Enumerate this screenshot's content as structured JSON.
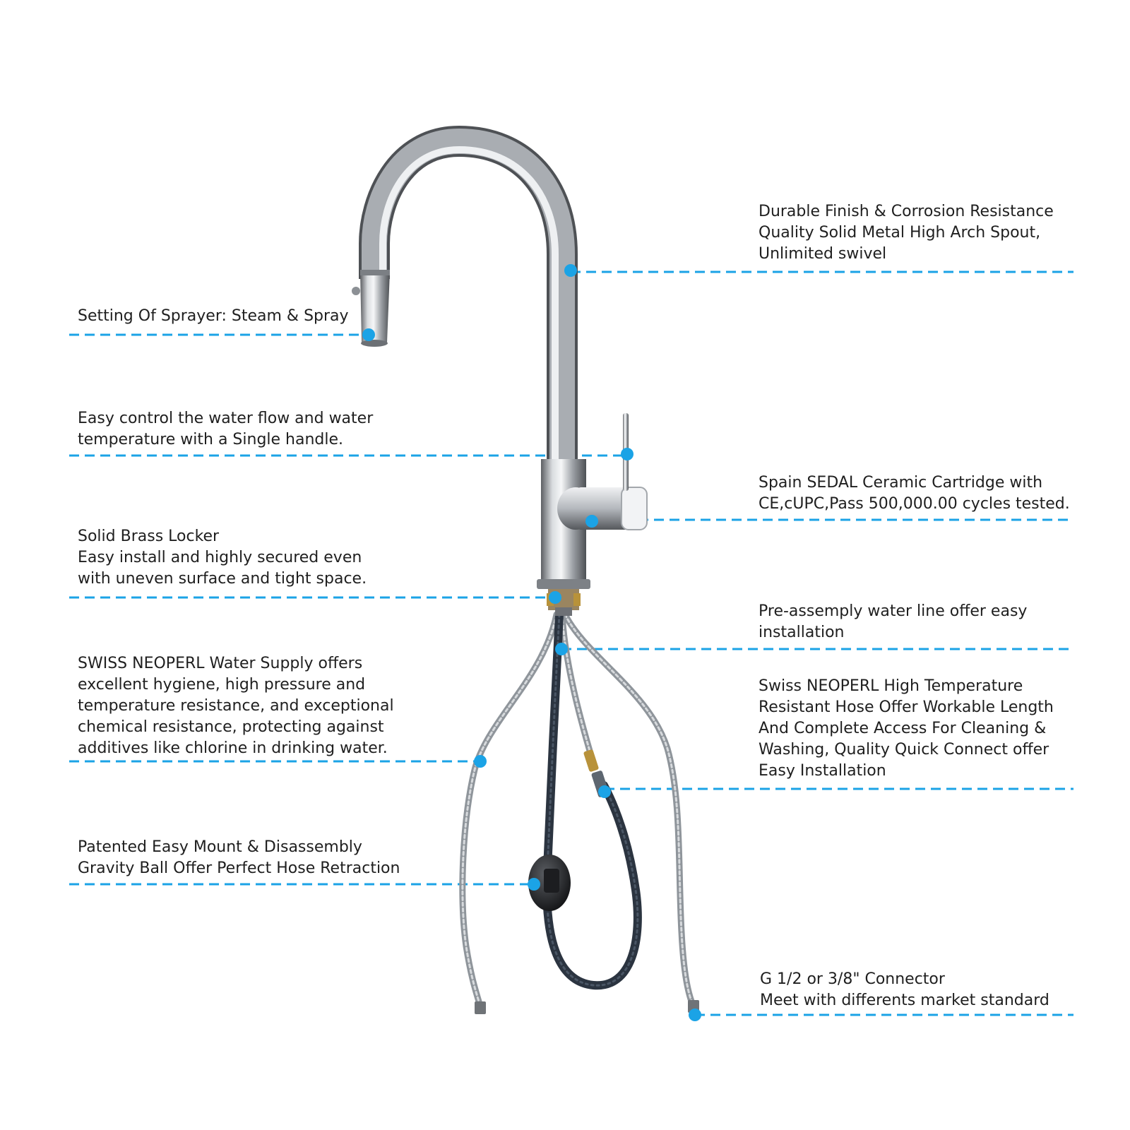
{
  "colors": {
    "accent": "#1ba3e6",
    "chrome_dark": "#5c5f63",
    "chrome_mid": "#a9adb2",
    "chrome_light": "#eef0f2",
    "hose_dark": "#2b3440",
    "braid": "#9ea4aa",
    "brass": "#b8923a"
  },
  "callouts": {
    "spout": "Durable Finish & Corrosion Resistance\nQuality Solid Metal High Arch Spout,\nUnlimited swivel",
    "sprayer": "Setting Of Sprayer: Steam & Spray",
    "handle": "Easy control the water flow and water\ntemperature with a Single handle.",
    "cartridge": "Spain SEDAL Ceramic Cartridge with\nCE,cUPC,Pass 500,000.00 cycles tested.",
    "locker": "Solid Brass Locker\nEasy install and highly secured even\nwith uneven surface and tight space.",
    "waterline": "Pre-assemply water line offer easy\ninstallation",
    "supply": "SWISS NEOPERL Water Supply offers\nexcellent hygiene, high pressure and\ntemperature resistance, and exceptional\nchemical resistance, protecting against\nadditives like chlorine in drinking water.",
    "hose": "Swiss NEOPERL High Temperature\nResistant Hose Offer Workable Length\nAnd Complete Access For Cleaning &\nWashing, Quality Quick Connect offer\nEasy Installation",
    "gravity_ball": "Patented Easy Mount & Disassembly\nGravity Ball Offer Perfect Hose Retraction",
    "connector": "G 1/2 or 3/8\" Connector\nMeet with differents market standard"
  }
}
